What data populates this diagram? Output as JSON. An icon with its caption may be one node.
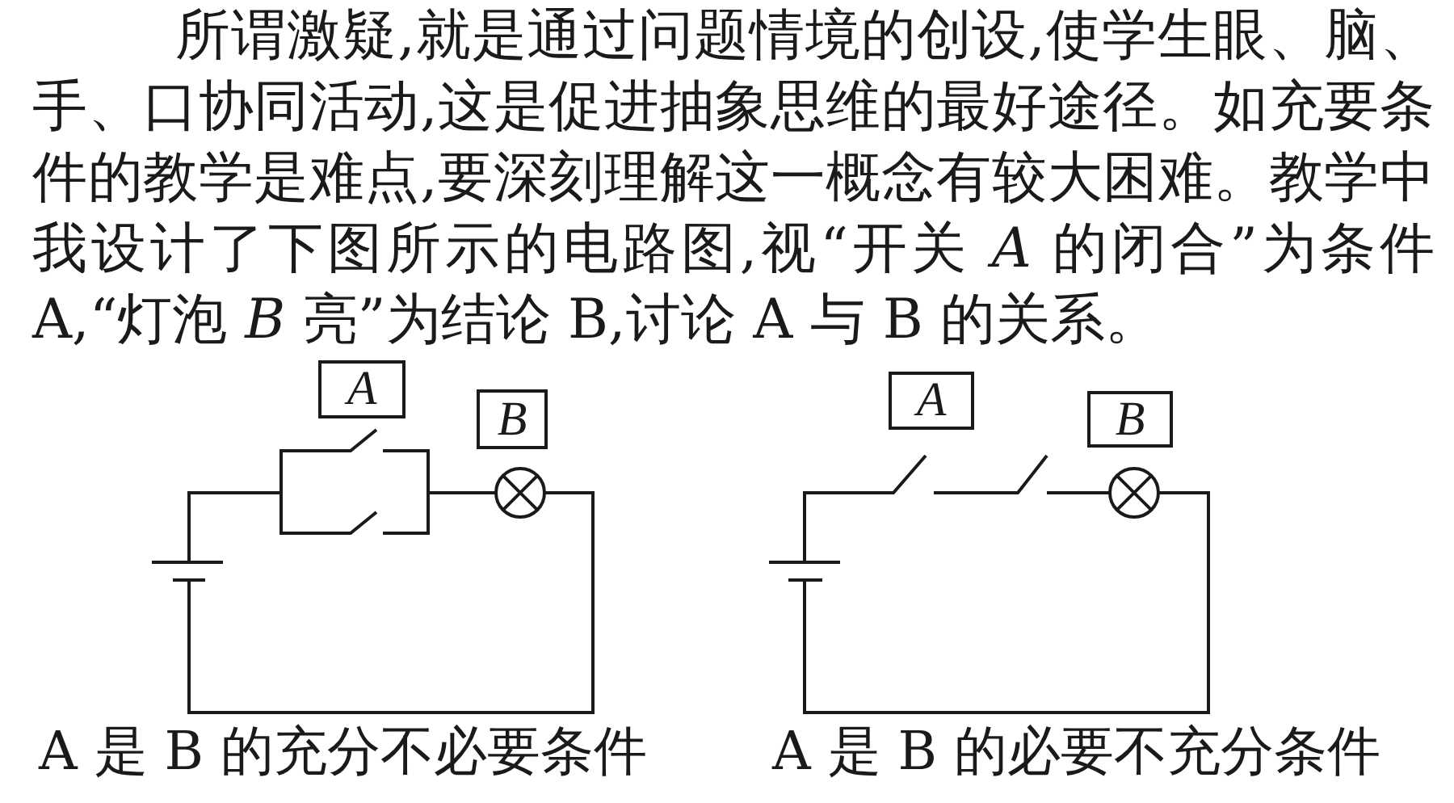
{
  "diagram": {
    "nodes": [
      {
        "text": [
          "A"
        ]
      },
      {
        "text": [
          "B"
        ]
      },
      {
        "text": [
          "A"
        ]
      },
      {
        "text": [
          "B"
        ]
      }
    ],
    "labels": [
      "所谓激疑,就是通过问题情境的创设,使学生眼、脑、手、口协同活动,这是促进抽象思维的最好途径。如充要条件的教学是难点,要深刻理解这一概念有较大困难。教学中我设计了下图所示的电路图,视“开关 *A* 的闭合”为条件 A,“灯泡 *B* 亮”为结论 B,讨论 A 与 B 的关系。",
      "A 是 B 的充分不必要条件",
      "A 是 B 的必要不充分条件"
    ]
  }
}
